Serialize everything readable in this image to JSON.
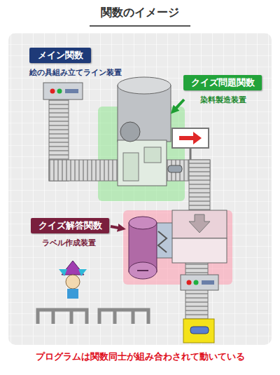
{
  "diagram": {
    "title": "関数のイメージ",
    "caption": "プログラムは関数同士が組み合わされて動いている",
    "nodes": [
      {
        "text": [
          "メイン関数",
          "絵の具組み立てライン装置"
        ]
      },
      {
        "text": [
          "クイズ問題関数",
          "染料製造装置"
        ]
      },
      {
        "text": [
          "クイズ解答関数",
          "ラベル作成装置"
        ]
      }
    ]
  }
}
